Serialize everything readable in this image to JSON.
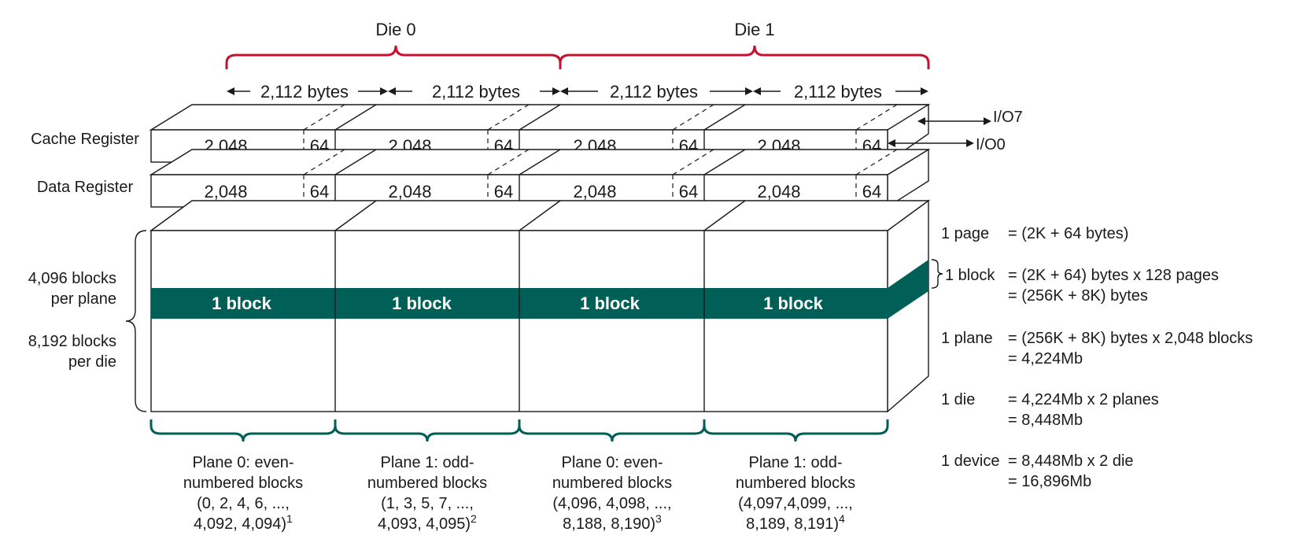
{
  "dies": [
    "Die 0",
    "Die 1"
  ],
  "byte_width": "2,112 bytes",
  "register_labels": {
    "cache": "Cache Register",
    "data": "Data Register"
  },
  "register_cells": {
    "main": "2,048",
    "spare": "64"
  },
  "io_labels": {
    "top": "I/O7",
    "bottom": "I/O0"
  },
  "block_label": "1 block",
  "left_labels": [
    "4,096 blocks",
    "per plane",
    "8,192 blocks",
    "per die"
  ],
  "planes": [
    {
      "lines": [
        "Plane 0: even-",
        "numbered blocks",
        "(0, 2, 4, 6, ...,",
        "4,092, 4,094)"
      ],
      "note": "1"
    },
    {
      "lines": [
        "Plane 1: odd-",
        "numbered blocks",
        "(1, 3, 5, 7, ...,",
        "4,093, 4,095)"
      ],
      "note": "2"
    },
    {
      "lines": [
        "Plane 0: even-",
        "numbered blocks",
        "(4,096, 4,098, ...,",
        "8,188, 8,190)"
      ],
      "note": "3"
    },
    {
      "lines": [
        "Plane 1: odd-",
        "numbered blocks",
        "(4,097,4,099, ...,",
        "8,189, 8,191)"
      ],
      "note": "4"
    }
  ],
  "definitions": [
    {
      "term": "1 page",
      "lines": [
        "= (2K + 64 bytes)"
      ]
    },
    {
      "term": "1 block",
      "lines": [
        "= (2K + 64) bytes x 128 pages",
        "= (256K + 8K) bytes"
      ]
    },
    {
      "term": "1 plane",
      "lines": [
        "= (256K + 8K) bytes x 2,048 blocks",
        "= 4,224Mb"
      ]
    },
    {
      "term": "1 die",
      "lines": [
        "= 4,224Mb x 2 planes",
        "= 8,448Mb"
      ]
    },
    {
      "term": "1 device",
      "lines": [
        "= 8,448Mb x 2 die",
        "= 16,896Mb"
      ]
    }
  ],
  "colors": {
    "block_band": "#005f56",
    "die_brace": "#c8102e",
    "plane_brace": "#005f56"
  }
}
